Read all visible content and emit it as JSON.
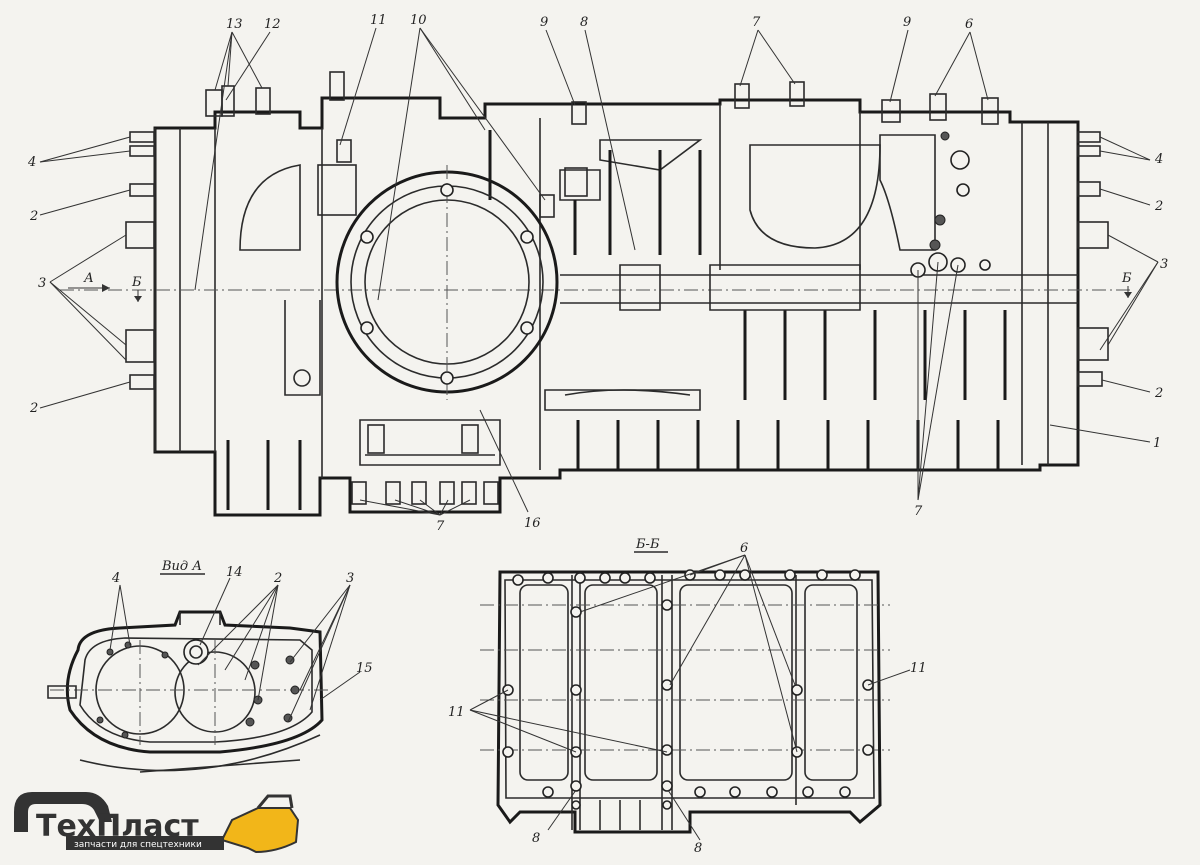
{
  "labels": {
    "n1": "1",
    "n2": "2",
    "n3": "3",
    "n4": "4",
    "n6": "6",
    "n7": "7",
    "n8": "8",
    "n9": "9",
    "n10": "10",
    "n11": "11",
    "n12": "12",
    "n13": "13",
    "n14": "14",
    "n15": "15",
    "n16": "16",
    "arrowA": "А",
    "arrowB": "Б"
  },
  "views": {
    "vid_a": "Вид А",
    "section_bb": "Б-Б"
  },
  "logo": {
    "name": "ТехПласт",
    "tagline": "запчасти для спецтехники",
    "accent_color": "#f2b619",
    "dark_color": "#333333"
  }
}
